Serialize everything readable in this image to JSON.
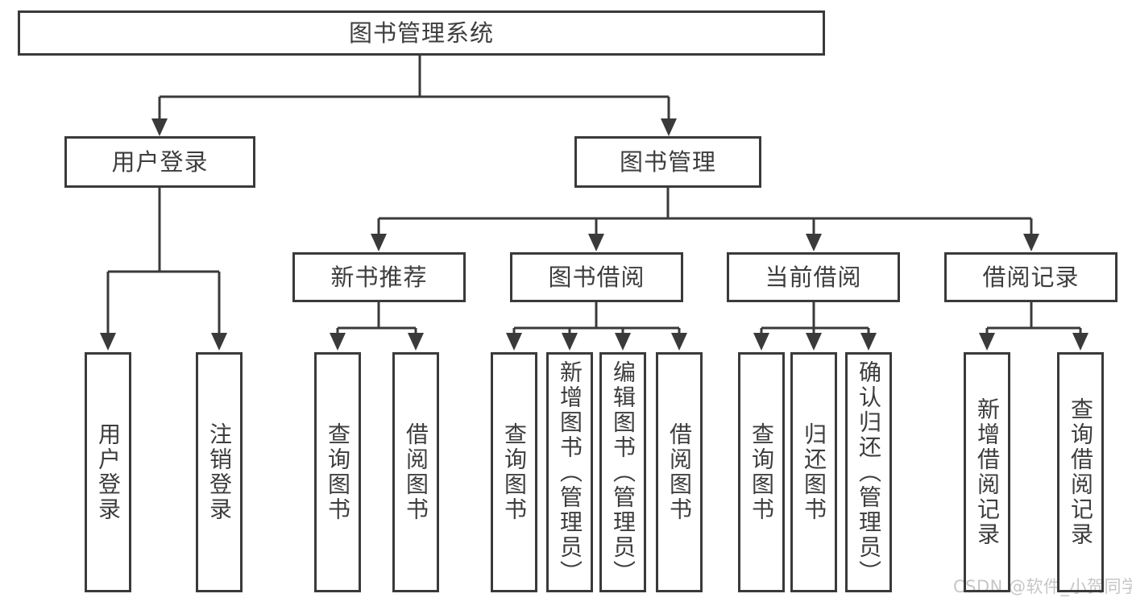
{
  "diagram": {
    "title": "图书管理系统",
    "branches": [
      {
        "label": "用户登录",
        "children": [
          {
            "label": "用户登录"
          },
          {
            "label": "注销登录"
          }
        ]
      },
      {
        "label": "图书管理",
        "sections": [
          {
            "label": "新书推荐",
            "children": [
              {
                "label": "查询图书"
              },
              {
                "label": "借阅图书"
              }
            ]
          },
          {
            "label": "图书借阅",
            "children": [
              {
                "label": "查询图书"
              },
              {
                "label": "新增图书（管理员）"
              },
              {
                "label": "编辑图书（管理员）"
              },
              {
                "label": "借阅图书"
              }
            ]
          },
          {
            "label": "当前借阅",
            "children": [
              {
                "label": "查询图书"
              },
              {
                "label": "归还图书"
              },
              {
                "label": "确认归还（管理员）"
              }
            ]
          },
          {
            "label": "借阅记录",
            "children": [
              {
                "label": "新增借阅记录"
              },
              {
                "label": "查询借阅记录"
              }
            ]
          }
        ]
      }
    ]
  },
  "watermark": {
    "text": "CSDN @软件_小贺同学"
  },
  "colors": {
    "stroke": "#3a3a3a",
    "text": "#3d3d3d",
    "watermark": "#c6c6c6",
    "background": "#ffffff"
  }
}
